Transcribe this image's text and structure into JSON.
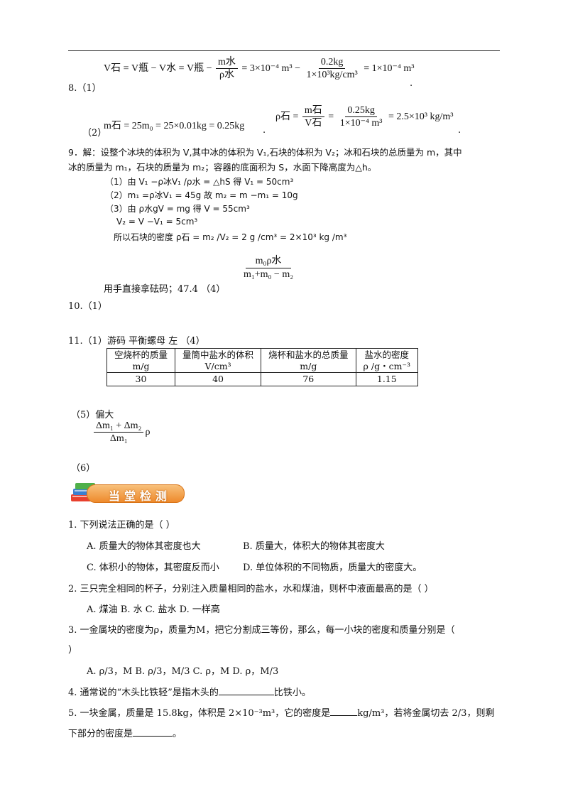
{
  "a8": {
    "label": "8.（1）",
    "eq1_lhs": "V石 = V瓶 − V水 = V瓶 −",
    "eq1_frac_num": "m水",
    "eq1_frac_den": "ρ水",
    "eq1_mid": "= 3×10⁻⁴ m³ −",
    "eq1_frac2_num": "0.2kg",
    "eq1_frac2_den": "1×10³kg/cm³",
    "eq1_rhs": "= 1×10⁻⁴ m³",
    "dot1": ".",
    "label2": "（2）",
    "eq2": "m石 = 25m₀ = 25×0.01kg = 0.25kg",
    "dot2": ".",
    "eq3_lhs": "ρ石 =",
    "eq3_frac_num": "m石",
    "eq3_frac_den": "V石",
    "eq3_mid": "=",
    "eq3_frac2_num": "0.25kg",
    "eq3_frac2_den": "1×10⁻⁴ m³",
    "eq3_rhs": "= 2.5×10³ kg/m³",
    "dot3": "."
  },
  "a9": {
    "line1": "9．解：设整个冰块的体积为 V,其中冰的体积为 V₁,石块的体积为 V₂；冰和石块的总质量为 m，其中",
    "line2": "冰的质量为 m₁，石块的质量为 m₂；容器的底面积为 S，水面下降高度为△h。",
    "step1": "（1）由 V₁ −ρ冰V₁ /ρ水 = △hS   得 V₁ = 50cm³",
    "step2": "（2）m₁ =ρ冰V₁ = 45g       故 m₂ = m −m₁ = 10g",
    "step3": "（3）由 ρ水gV = mg        得 V = 55cm³",
    "step4": "V₂ = V −V₁ = 5cm³",
    "step5": "所以石块的密度 ρ石 = m₂ /V₂ = 2 g /cm³ = 2×10³ kg /m³"
  },
  "a10_pre": {
    "text": "用手直接拿砝码；47.4   （4）",
    "frac_num": "m₀ρ水",
    "frac_den": "m₁+m₀ − m₂",
    "label10": "10.（1）"
  },
  "a11": {
    "line": "11.（1）游码   平衡螺母   左  （4）",
    "headers": [
      [
        "空烧杯的质量",
        "m/g"
      ],
      [
        "量筒中盐水的体积",
        "V/cm³"
      ],
      [
        "烧杯和盐水的总质量",
        "m/g"
      ],
      [
        "盐水的密度",
        "ρ /g・cm⁻³"
      ]
    ],
    "values": [
      "30",
      "40",
      "76",
      "1.15"
    ],
    "part5": "（5）偏大",
    "frac_num": "Δm₁ + Δm₂",
    "frac_den": "Δm₁",
    "frac_sym": "ρ",
    "part6": "（6）"
  },
  "banner": {
    "title": "当堂检测"
  },
  "quiz": {
    "q1": "1.  下列说法正确的是（     ）",
    "q1_a": "A.  质量大的物体其密度也大",
    "q1_b": "B.  质量大，体积大的物体其密度大",
    "q1_c": "C.  体积小的物体，其密度反而小",
    "q1_d": "D.  单位体积的不同物质，质量大的密度大。",
    "q2": "2.  三只完全相同的杯子，分别注入质量相同的盐水，水和煤油，则杯中液面最高的是（   ）",
    "q2_opts": "A.  煤油     B.  水     C.  盐水       D.  一样高",
    "q3": "3.  一金属块的密度为ρ，质量为M，把它分割成三等份，那么，每一小块的密度和质量分别是（",
    "q3_close": "）",
    "q3_opts": "A.  ρ/3，M    B.  ρ/3，M/3      C.   ρ，M        D.   ρ，M/3",
    "q4_pre": "4.  通常说的“木头比铁轻”是指木头的",
    "q4_post": "比铁小。",
    "q5_pre": "5.  一块金属，质量是 15.8kg，体积是 2×10⁻³m³，它的密度是",
    "q5_mid": "kg/m³，若将金属切去 2/3，则剩",
    "q5_line2": "下部分的密度是",
    "q5_end": "。"
  }
}
